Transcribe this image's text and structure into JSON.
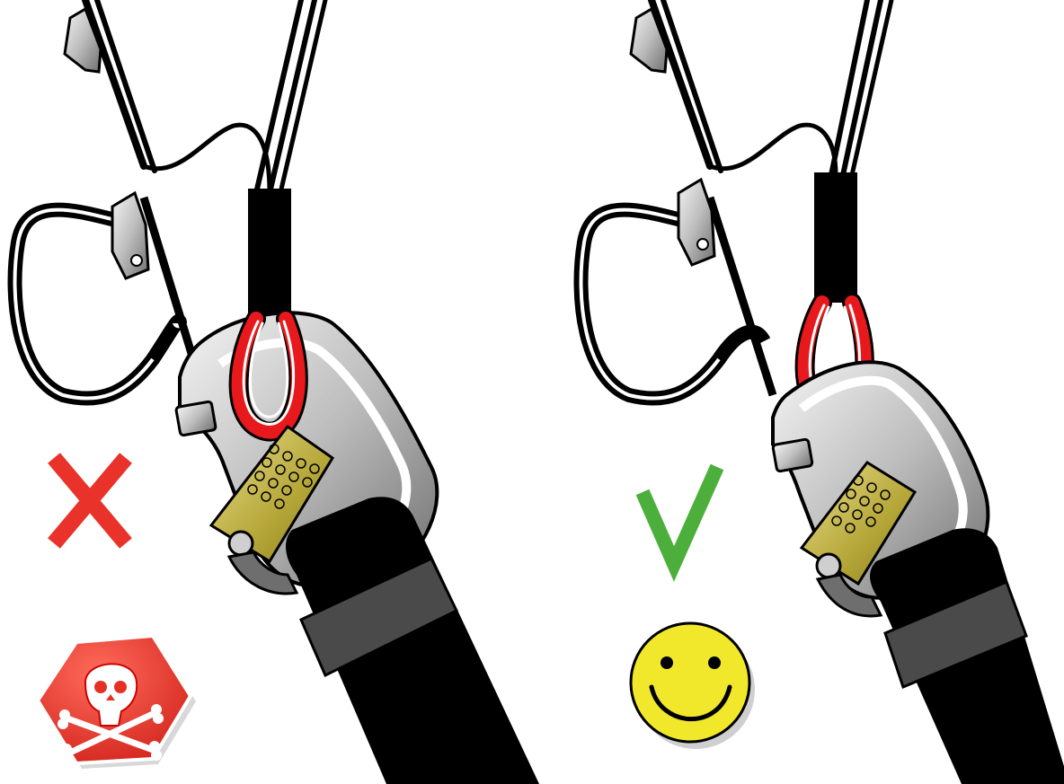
{
  "panels": [
    {
      "id": "wrong",
      "verdict_symbol": "✗",
      "verdict": "incorrect",
      "emblem": "skull-crossbones-warning-icon",
      "verdict_color": "#e8322a"
    },
    {
      "id": "right",
      "verdict_symbol": "✓",
      "verdict": "correct",
      "emblem": "smiley-face-icon",
      "verdict_color": "#4caf3c"
    }
  ],
  "colors": {
    "strap": "#000000",
    "line_loop": "#e8191d",
    "carabiner": "#9a9a9a",
    "gate_plate": "#b8a938",
    "gate": "#6e6e6e",
    "band": "#4a4a4a",
    "hazard_red": "#e53124",
    "smiley_yellow": "#f2e82b"
  }
}
